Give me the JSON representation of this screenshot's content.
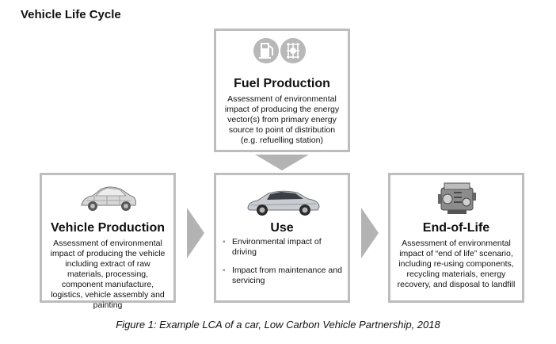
{
  "title": "Vehicle Life Cycle",
  "boxes": {
    "fuel": {
      "heading": "Fuel Production",
      "description": "Assessment of environmental impact of producing the energy vector(s) from primary energy source to point of distribution (e.g. refuelling station)"
    },
    "vehicle": {
      "heading": "Vehicle Production",
      "description": "Assessment of environmental impact of producing the vehicle including extract of raw materials, processing, component manufacture, logistics, vehicle assembly and painting"
    },
    "use": {
      "heading": "Use",
      "bullets": [
        "Environmental impact of driving",
        "Impact from maintenance and servicing"
      ]
    },
    "eol": {
      "heading": "End-of-Life",
      "description": "Assessment of environmental impact of “end of life” scenario, including re-using components, recycling materials, energy recovery, and disposal to landfill"
    }
  },
  "icons": {
    "fuel": [
      "fuel-pump-icon",
      "energy-grid-icon"
    ],
    "vehicle": "car-cutaway-icon",
    "use": "car-icon",
    "eol": "engine-icon"
  },
  "colors": {
    "border": "#bdbdbd",
    "arrow": "#b3b3b3"
  },
  "caption": "Figure 1: Example LCA of a car, Low Carbon Vehicle Partnership, 2018"
}
